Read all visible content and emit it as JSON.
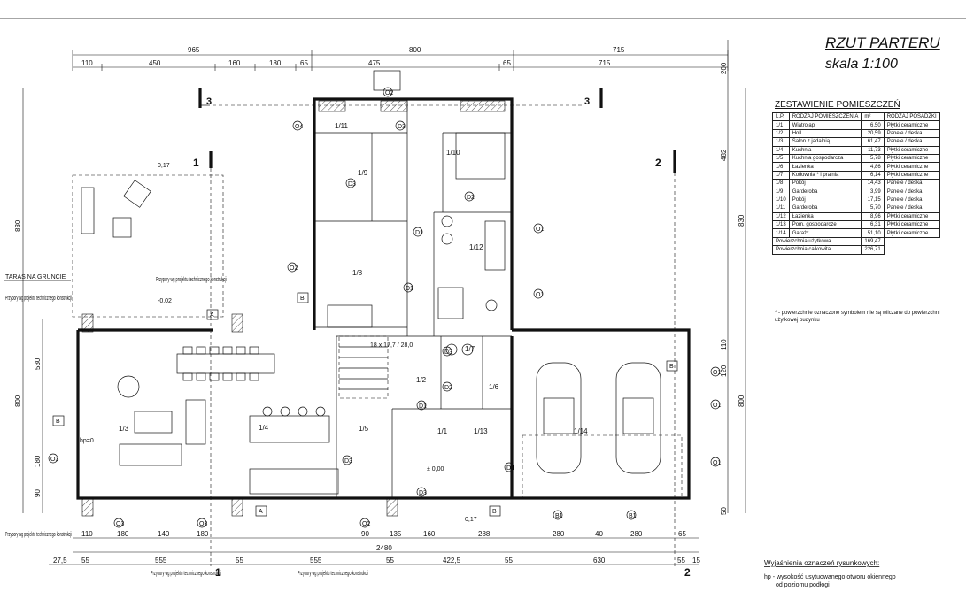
{
  "drawing_title": "RZUT PARTERU",
  "drawing_scale": "skala 1:100",
  "schedule": {
    "title": "ZESTAWIENIE POMIESZCZEŃ",
    "headers": [
      "L.P.",
      "RODZAJ POMIESZCZENIA",
      "m²",
      "RODZAJ POSADZKI"
    ],
    "rows": [
      [
        "1/1",
        "Wiatrołap",
        "6,50",
        "Płytki ceramiczne"
      ],
      [
        "1/2",
        "Holl",
        "20,59",
        "Panele / deska"
      ],
      [
        "1/3",
        "Salon z jadalnią",
        "61,47",
        "Panele / deska"
      ],
      [
        "1/4",
        "Kuchnia",
        "11,73",
        "Płytki ceramiczne"
      ],
      [
        "1/5",
        "Kuchnia gospodarcza",
        "5,78",
        "Płytki ceramiczne"
      ],
      [
        "1/6",
        "Łazienka",
        "4,86",
        "Płytki ceramiczne"
      ],
      [
        "1/7",
        "Kotłownia * i pralnia",
        "6,14",
        "Płytki ceramiczne"
      ],
      [
        "1/8",
        "Pokój",
        "14,43",
        "Panele / deska"
      ],
      [
        "1/9",
        "Garderoba",
        "3,99",
        "Panele / deska"
      ],
      [
        "1/10",
        "Pokój",
        "17,15",
        "Panele / deska"
      ],
      [
        "1/11",
        "Garderoba",
        "5,70",
        "Panele / deska"
      ],
      [
        "1/12",
        "Łazienka",
        "8,96",
        "Płytki ceramiczne"
      ],
      [
        "1/13",
        "Pom. gospodarcze",
        "6,31",
        "Płytki ceramiczne"
      ],
      [
        "1/14",
        "Garaż*",
        "51,10",
        "Płytki ceramiczne"
      ]
    ],
    "total_usable_label": "Powierzchnia użytkowa",
    "total_usable": "169,47",
    "total_label": "Powierzchnia całkowita",
    "total": "226,71",
    "footnote": "* - powierzchnie oznaczone symbolem nie są wliczane do powierzchni użytkowej budynku"
  },
  "legend": {
    "title": "Wyjaśnienia oznaczeń rysunkowych:",
    "line1": "hp  - wysokość usytuowanego otworu okiennego",
    "line2": "od poziomu podłogi"
  },
  "dims": {
    "top_overall": [
      "965",
      "800",
      "715"
    ],
    "top_row2": [
      "110",
      "450",
      "160",
      "180",
      "65",
      "475",
      "65",
      "715"
    ],
    "bottom_row1": [
      "110",
      "180",
      "140",
      "180",
      "90",
      "135",
      "160",
      "288",
      "280",
      "40",
      "280",
      "65"
    ],
    "bottom_total": "2480",
    "bottom_row2": [
      "27,5",
      "55",
      "555",
      "55",
      "555",
      "55",
      "422,5",
      "55",
      "630",
      "55",
      "15"
    ],
    "left": [
      "830",
      "530",
      "800",
      "180",
      "90"
    ],
    "right": [
      "200",
      "482",
      "830",
      "800",
      "110",
      "120",
      "50"
    ]
  },
  "rooms": [
    "1/1",
    "1/2",
    "1/3",
    "1/4",
    "1/5",
    "1/6",
    "1/7",
    "1/8",
    "1/9",
    "1/10",
    "1/11",
    "1/12",
    "1/13",
    "1/14"
  ],
  "sections": [
    "1",
    "2",
    "3",
    "A",
    "B"
  ],
  "terrace_label": "TARAS NA GRUNCIE",
  "struct_note": "Przypory wg projektu technicznego konstrukcji",
  "levels": [
    "0,17",
    "-0,02",
    "± 0,00",
    "0,17"
  ],
  "window_codes": [
    "O1",
    "O2",
    "O3",
    "O4",
    "B1"
  ],
  "door_codes": [
    "D1",
    "D2",
    "D3",
    "D4"
  ],
  "stairs_label": "18 x 17,7 / 28,0",
  "hp_label": "hp=0"
}
